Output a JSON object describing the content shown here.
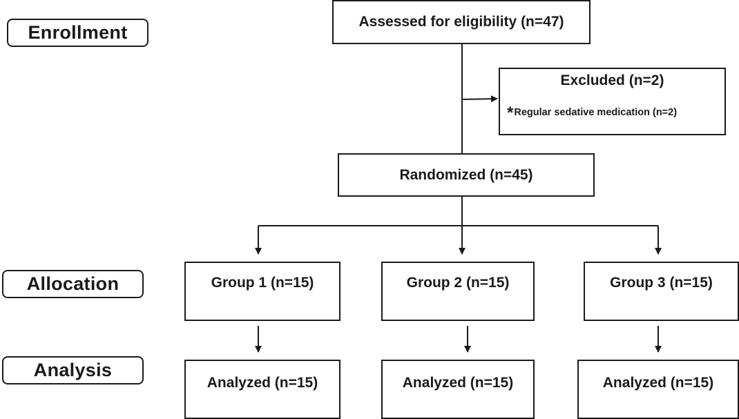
{
  "stages": {
    "enrollment": "Enrollment",
    "allocation": "Allocation",
    "analysis": "Analysis"
  },
  "nodes": {
    "assessed": "Assessed for eligibility (n=47)",
    "excluded_title": "Excluded (n=2)",
    "excluded_marker": "*",
    "excluded_reason": "Regular sedative medication (n=2)",
    "randomized": "Randomized (n=45)"
  },
  "groups": [
    {
      "allocation": "Group 1 (n=15)",
      "analysis": "Analyzed (n=15)"
    },
    {
      "allocation": "Group 2 (n=15)",
      "analysis": "Analyzed (n=15)"
    },
    {
      "allocation": "Group 3 (n=15)",
      "analysis": "Analyzed (n=15)"
    }
  ],
  "colors": {
    "stroke": "#1a1a1a",
    "background": "#ffffff"
  }
}
